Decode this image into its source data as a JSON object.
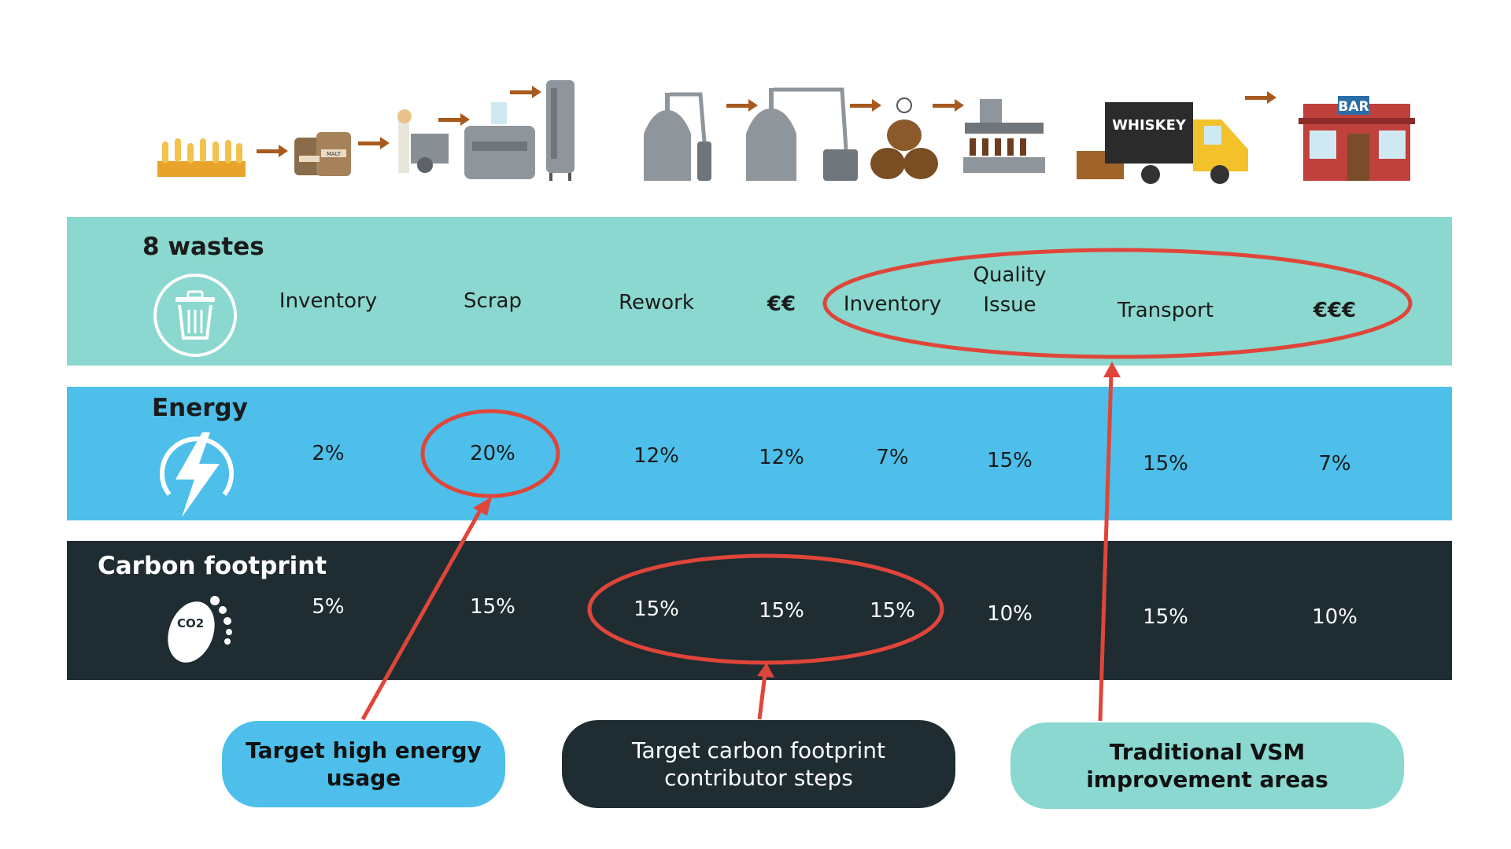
{
  "rows": {
    "wastes": {
      "title": "8 wastes",
      "items": [
        "Inventory",
        "Scrap",
        "Rework",
        "€€",
        "Inventory",
        "Quality\nIssue",
        "Transport",
        "€€€"
      ]
    },
    "energy": {
      "title": "Energy",
      "items": [
        "2%",
        "20%",
        "12%",
        "12%",
        "7%",
        "15%",
        "15%",
        "7%"
      ]
    },
    "carbon": {
      "title": "Carbon footprint",
      "items": [
        "5%",
        "15%",
        "15%",
        "15%",
        "15%",
        "10%",
        "15%",
        "10%"
      ]
    }
  },
  "illustration": {
    "malt_sack_label": "MALT",
    "truck_label": "WHISKEY",
    "bar_sign": "BAR",
    "co2_label": "CO2"
  },
  "callouts": {
    "energy": "Target high energy\nusage",
    "carbon": "Target carbon footprint\ncontributor steps",
    "vsm": "Traditional VSM\nimprovement areas"
  },
  "colors": {
    "wastes_band": "#8ad8cf",
    "energy_band": "#4dbfea",
    "carbon_band": "#1f2d33",
    "highlight": "#e0453a",
    "arrow": "#a85a1e"
  }
}
